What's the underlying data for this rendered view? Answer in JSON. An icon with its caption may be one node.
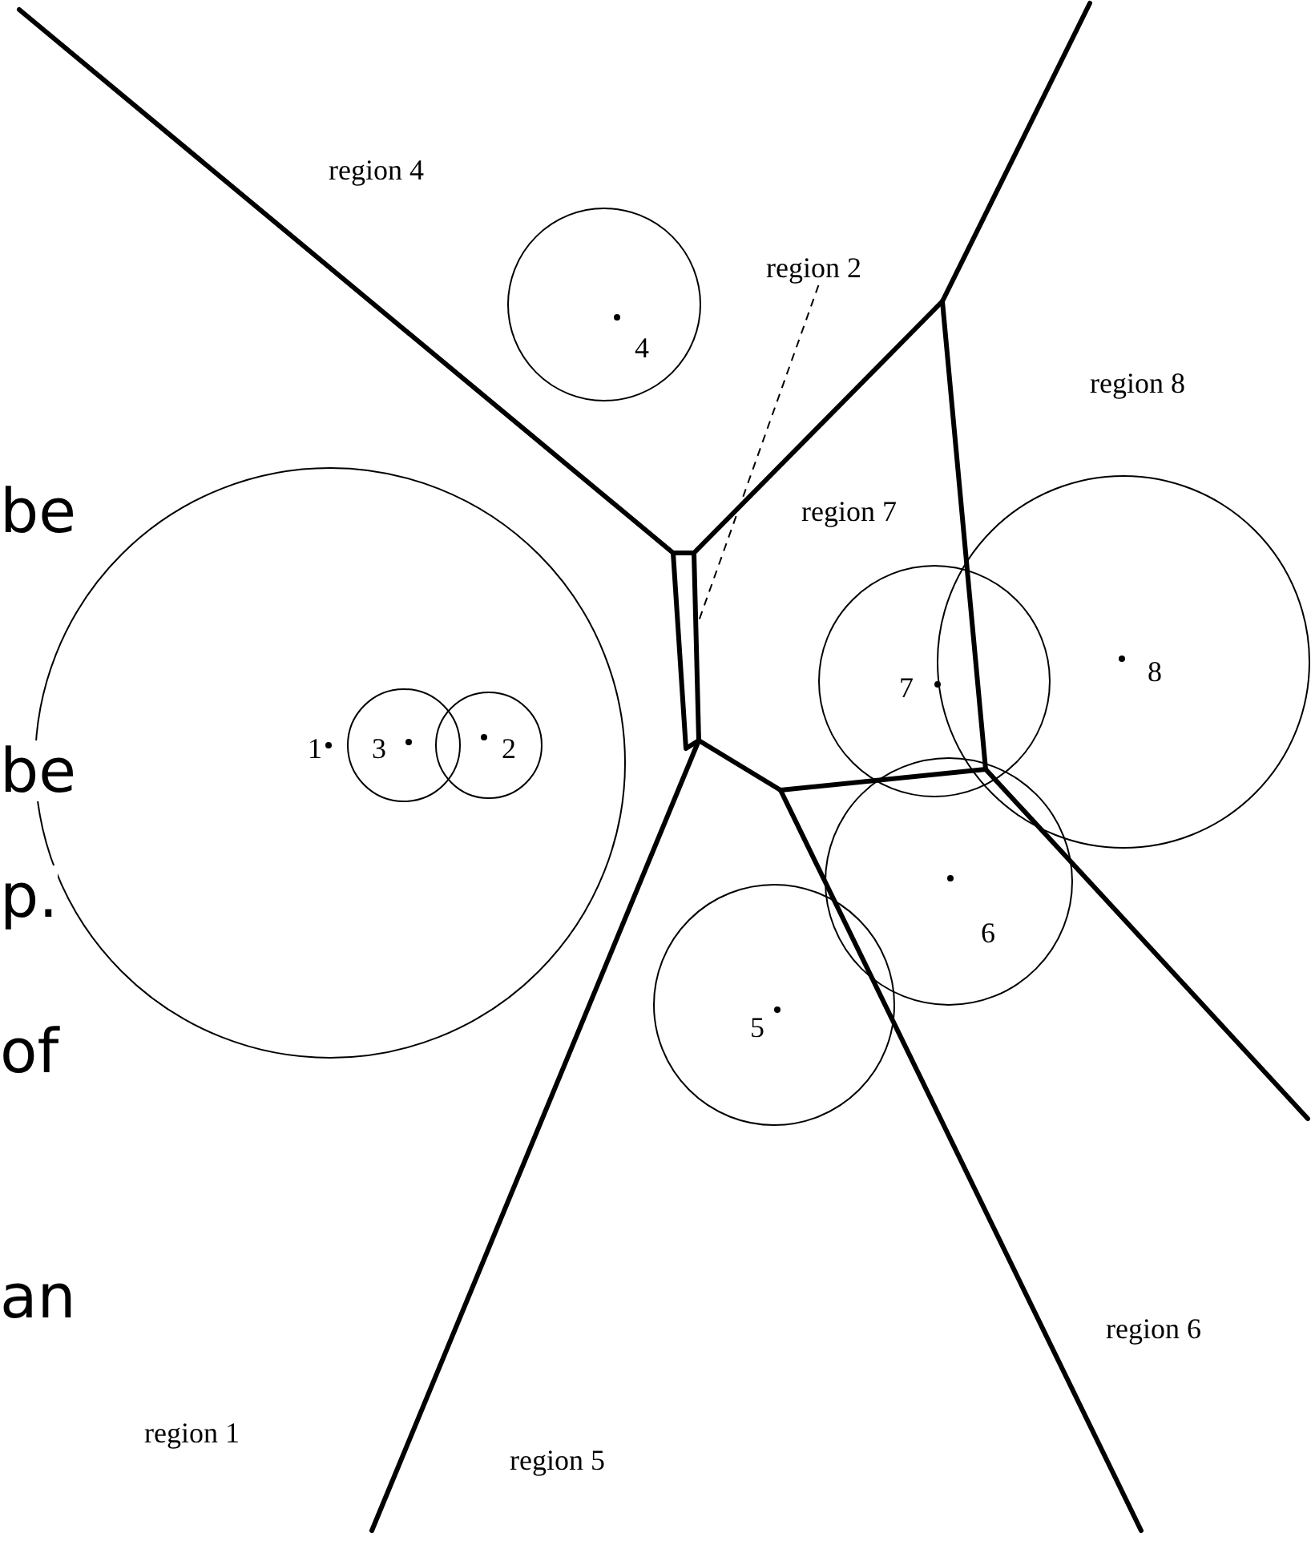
{
  "diagram": {
    "nodes": [
      {
        "text": [
          "region 2"
        ]
      },
      {
        "text": [],
        "shape": "box"
      }
    ],
    "edges": [
      {
        "from": 0,
        "to": 1,
        "arrow": "none",
        "style": "dashed"
      }
    ],
    "labels": [
      "region 4",
      "region 8",
      "be",
      "region 7",
      "be",
      "1",
      "3",
      "2",
      "4",
      "7",
      "8",
      "6",
      "5",
      "p.",
      "of",
      "an",
      "region 6",
      "region 1",
      "region 5"
    ]
  }
}
